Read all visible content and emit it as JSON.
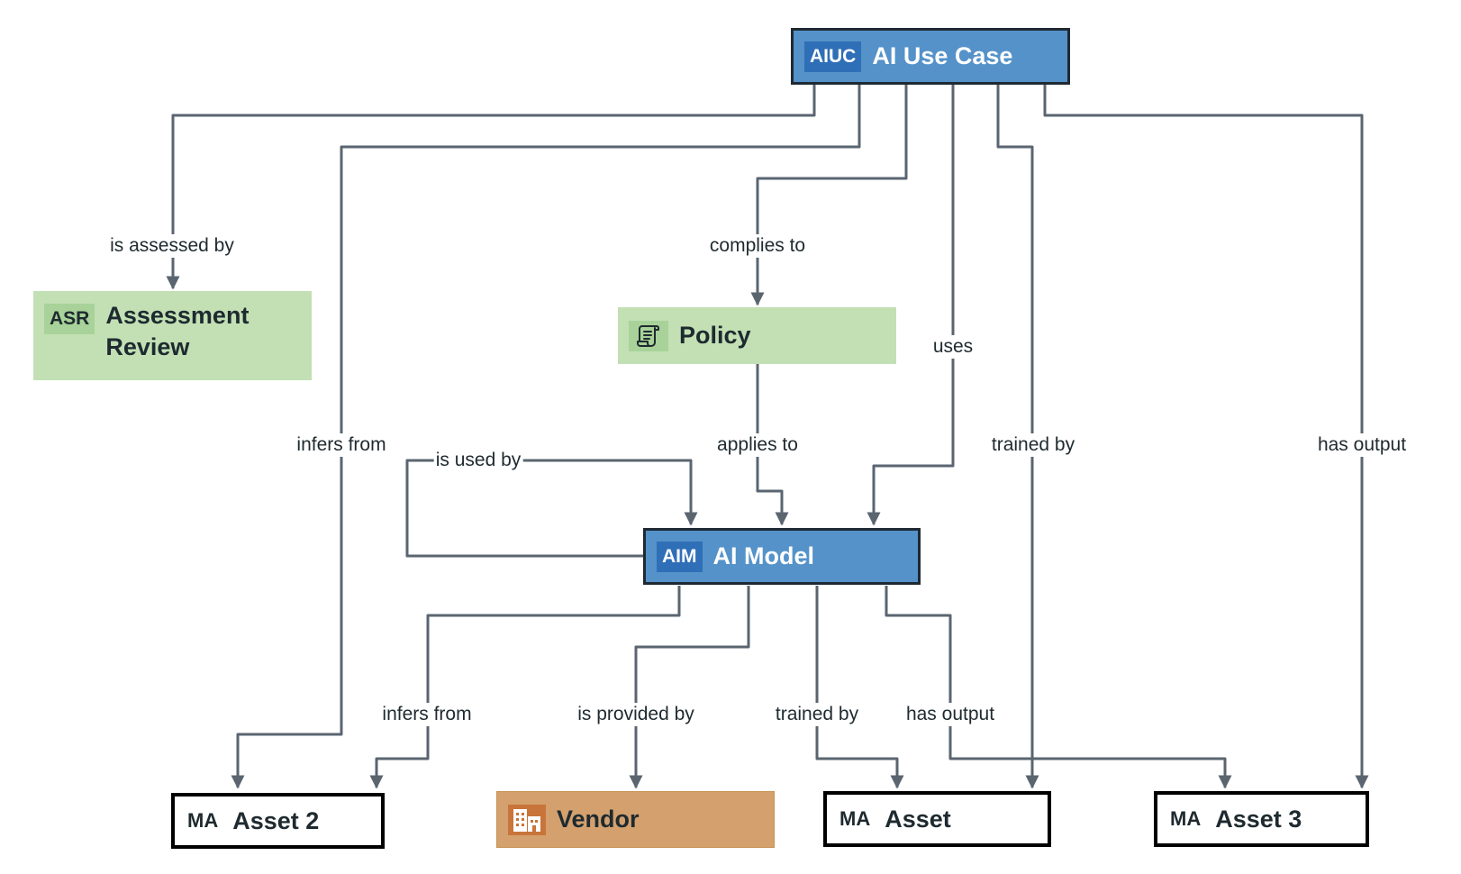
{
  "nodes": {
    "ai_use_case": {
      "badge": "AIUC",
      "title": "AI Use Case"
    },
    "assessment_review": {
      "badge": "ASR",
      "title_line1": "Assessment",
      "title_line2": "Review"
    },
    "policy": {
      "icon": "scroll-document-icon",
      "title": "Policy"
    },
    "ai_model": {
      "badge": "AIM",
      "title": "AI Model"
    },
    "asset_2": {
      "badge": "MA",
      "title": "Asset 2"
    },
    "vendor": {
      "icon": "building-icon",
      "title": "Vendor"
    },
    "asset": {
      "badge": "MA",
      "title": "Asset"
    },
    "asset_3": {
      "badge": "MA",
      "title": "Asset 3"
    }
  },
  "edges": [
    {
      "from": "ai_use_case",
      "to": "assessment_review",
      "label": "is assessed by"
    },
    {
      "from": "ai_use_case",
      "to": "asset_2",
      "label": "infers from"
    },
    {
      "from": "ai_use_case",
      "to": "policy",
      "label": "complies to"
    },
    {
      "from": "ai_use_case",
      "to": "ai_model",
      "label": "uses"
    },
    {
      "from": "ai_use_case",
      "to": "asset",
      "label": "trained by"
    },
    {
      "from": "ai_use_case",
      "to": "asset_3",
      "label": "has output"
    },
    {
      "from": "policy",
      "to": "ai_model",
      "label": "applies to"
    },
    {
      "from": "ai_model",
      "to": "ai_model",
      "label": "is used by"
    },
    {
      "from": "ai_model",
      "to": "asset_2",
      "label": "infers from"
    },
    {
      "from": "ai_model",
      "to": "vendor",
      "label": "is provided by"
    },
    {
      "from": "ai_model",
      "to": "asset",
      "label": "trained by"
    },
    {
      "from": "ai_model",
      "to": "asset_3",
      "label": "has output"
    }
  ],
  "colors": {
    "edge": "#5a6570",
    "node_blue": "#5592c9",
    "badge_blue": "#2f6fb7",
    "node_green": "#c2e0b4",
    "badge_green": "#a8d299",
    "node_orange": "#d4a06e",
    "badge_orange": "#c8743a"
  }
}
